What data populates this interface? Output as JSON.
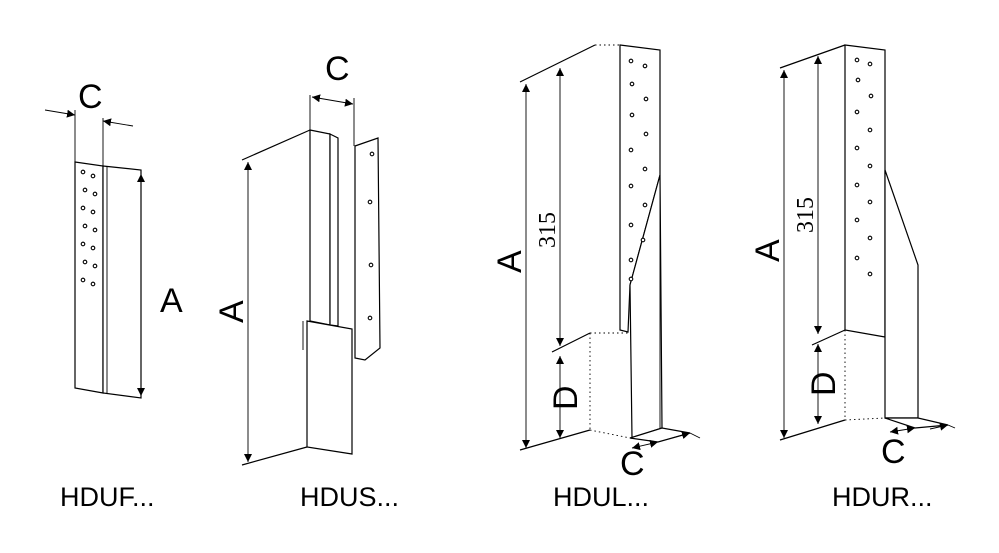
{
  "products": [
    {
      "name": "HDUF...",
      "dims": [
        "C",
        "A"
      ]
    },
    {
      "name": "HDUS...",
      "dims": [
        "C",
        "A"
      ]
    },
    {
      "name": "HDUL...",
      "dims": [
        "A",
        "315",
        "D",
        "C"
      ]
    },
    {
      "name": "HDUR...",
      "dims": [
        "A",
        "315",
        "D",
        "C"
      ]
    }
  ]
}
